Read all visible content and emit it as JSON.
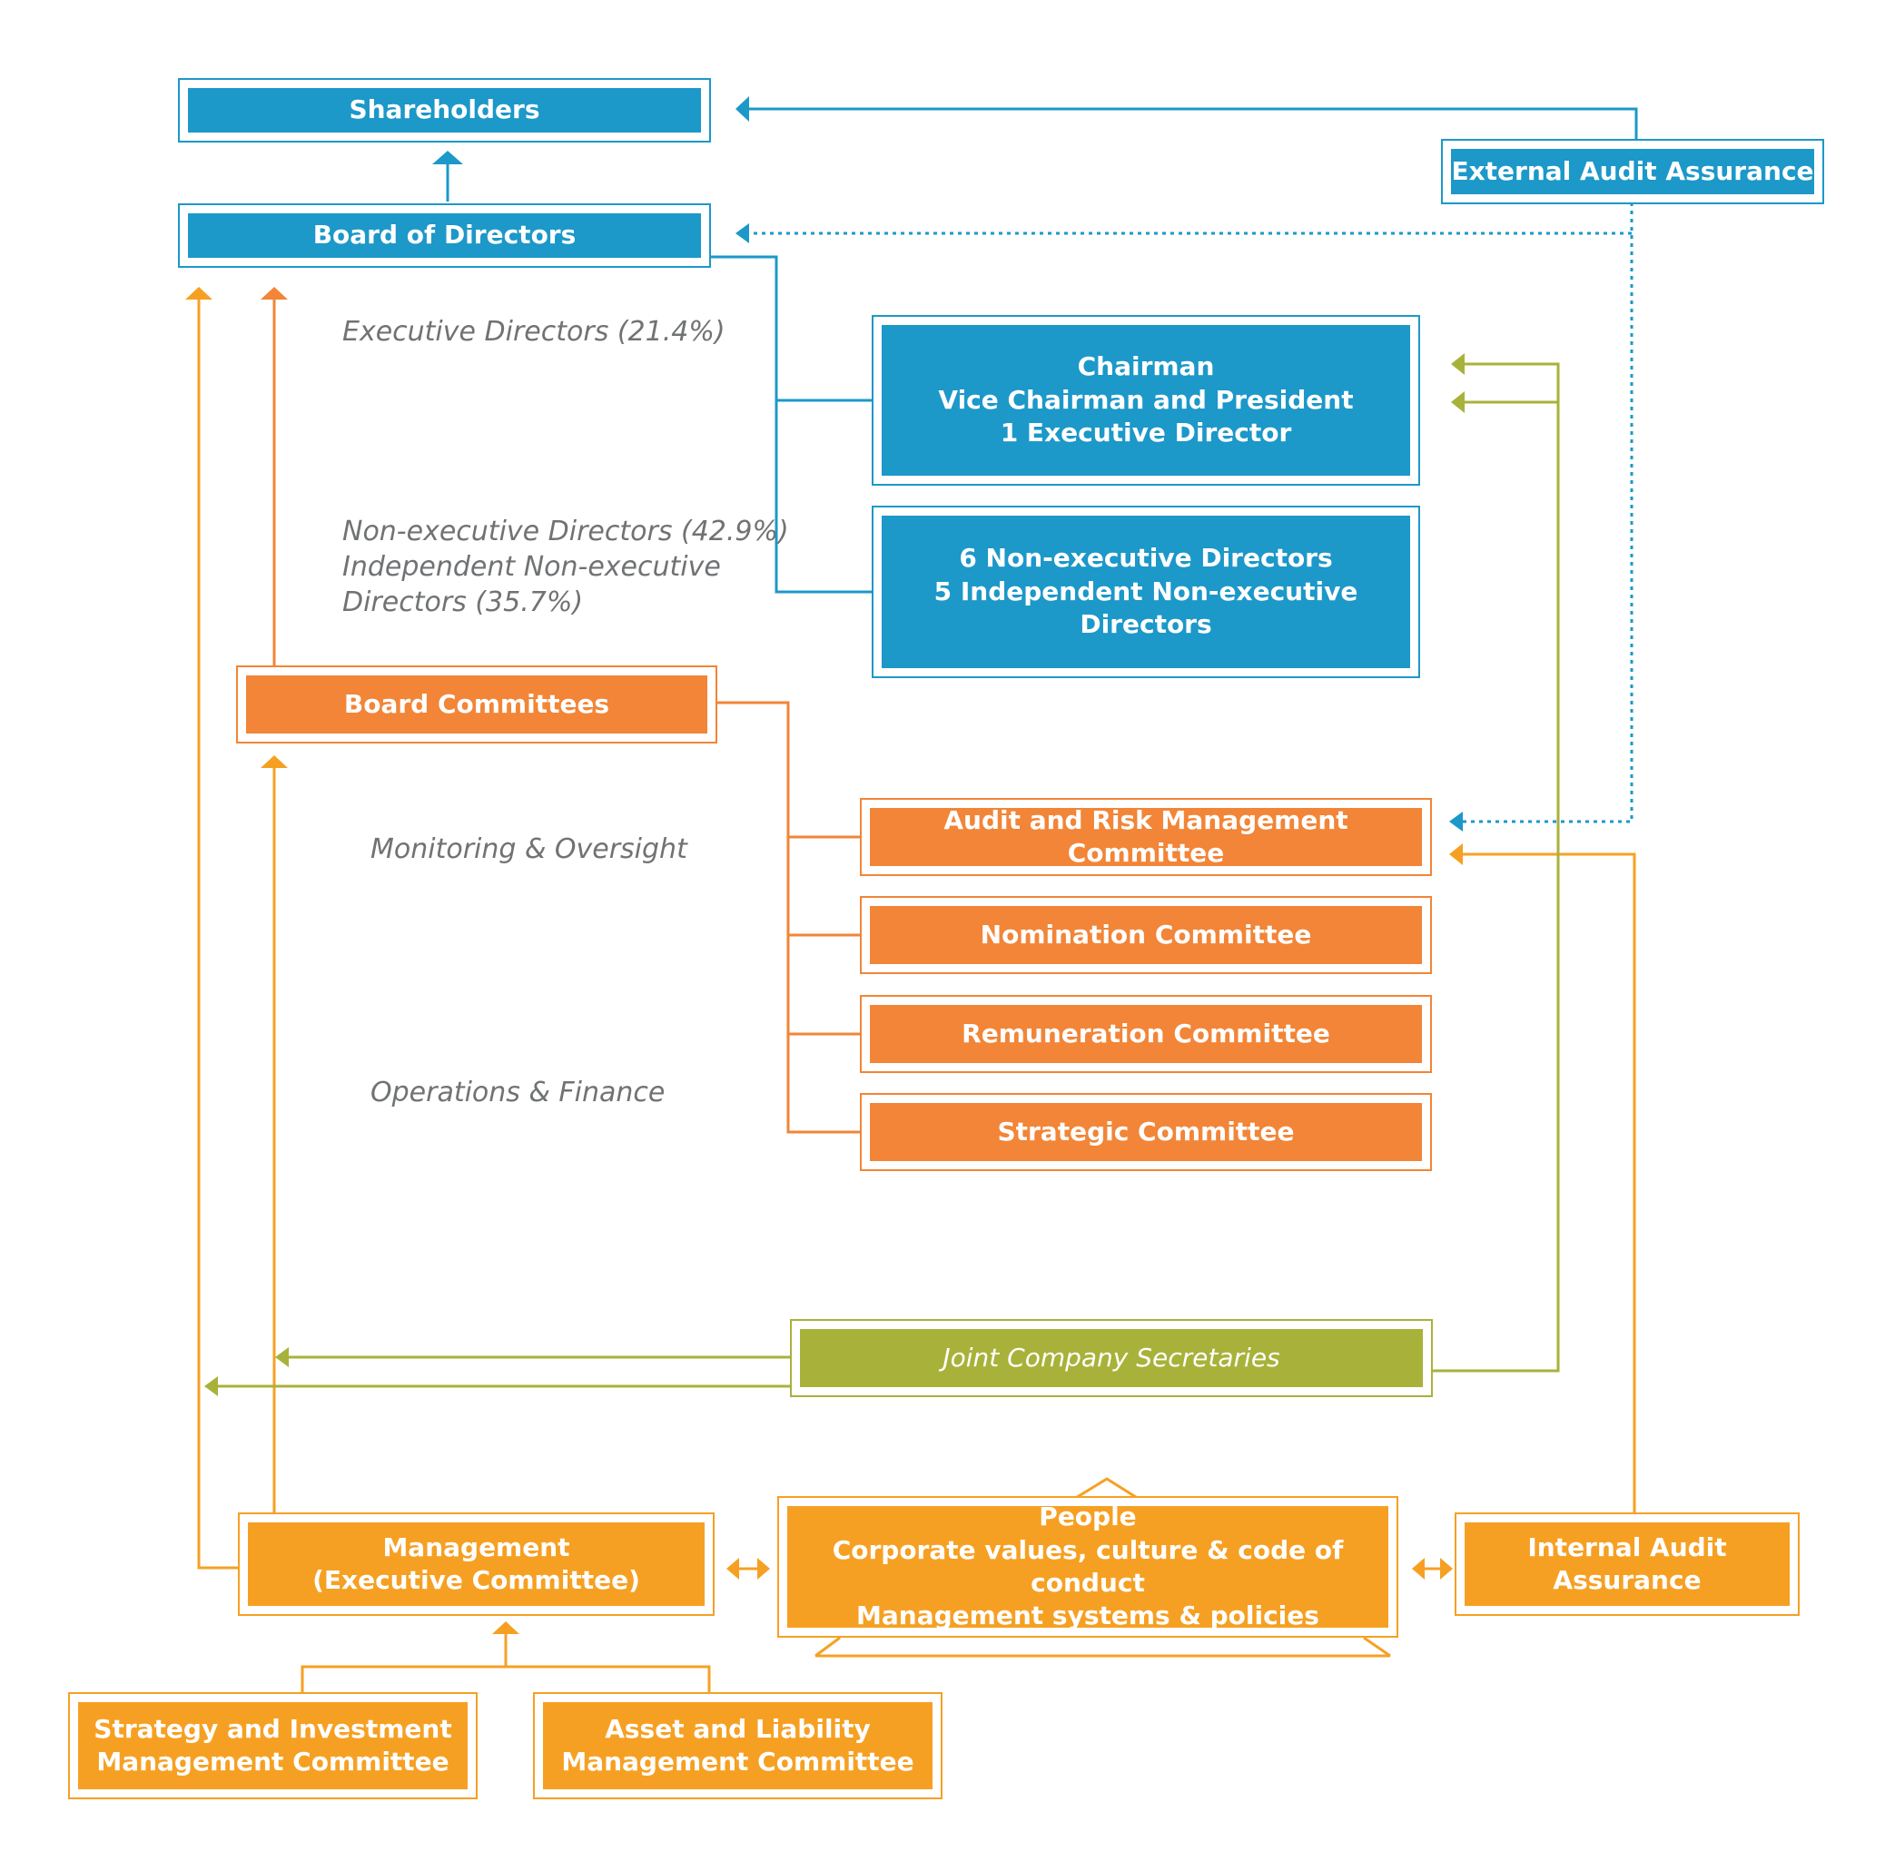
{
  "colors": {
    "blue": "#1c98c9",
    "orange": "#f28537",
    "amber": "#f6a023",
    "green": "#a8b23a",
    "note": "#707274"
  },
  "shareholders": "Shareholders",
  "board": "Board of Directors",
  "external_audit": "External Audit Assurance",
  "executive_group": [
    "Chairman",
    "Vice Chairman and President",
    "1 Executive Director"
  ],
  "nonexec_group": [
    "6 Non-executive Directors",
    "5 Independent Non-executive",
    "Directors"
  ],
  "notes": {
    "executive": "Executive Directors (21.4%)",
    "nonexecutive": [
      "Non-executive Directors (42.9%)",
      "Independent Non-executive",
      "Directors (35.7%)"
    ],
    "monitoring": "Monitoring & Oversight",
    "operations": "Operations & Finance"
  },
  "board_committees": "Board Committees",
  "committees": [
    "Audit and Risk Management Committee",
    "Nomination Committee",
    "Remuneration Committee",
    "Strategic Committee"
  ],
  "secretaries": "Joint Company Secretaries",
  "management": [
    "Management",
    "(Executive Committee)"
  ],
  "people": [
    "People",
    "Corporate values,  culture & code of conduct",
    "Management systems & policies"
  ],
  "internal_audit": [
    "Internal Audit",
    "Assurance"
  ],
  "sub_committees": [
    [
      "Strategy and Investment",
      "Management Committee"
    ],
    [
      "Asset and Liability",
      "Management Committee"
    ]
  ]
}
